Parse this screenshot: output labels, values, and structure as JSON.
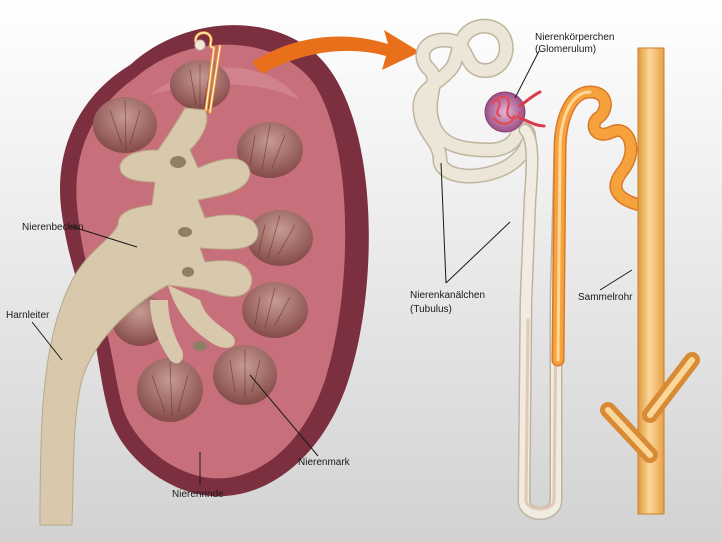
{
  "labels": {
    "nierenkoerperchen": "Nierenkörperchen",
    "glomerulum": "(Glomerulum)",
    "nierenbecken": "Nierenbecken",
    "harnleiter": "Harnleiter",
    "nierenkanaelchen": "Nierenkanälchen",
    "tubulus": "(Tubulus)",
    "sammelrohr": "Sammelrohr",
    "nierenmark": "Nierenmark",
    "nierenrinde": "Nierenrinde"
  },
  "colors": {
    "background_top": "#ffffff",
    "background_bottom": "#d4d4d4",
    "kidney_capsule": "#7a2f3e",
    "kidney_cortex": "#c9737f",
    "pyramid": "#8a4a48",
    "pelvis": "#d9cbb0",
    "arrow": "#e8731d",
    "tubule": "#ece6d8",
    "collecting_duct": "#f0b04f",
    "distal_tubule": "#f29a2e",
    "glomerulus": "#b05a90"
  }
}
